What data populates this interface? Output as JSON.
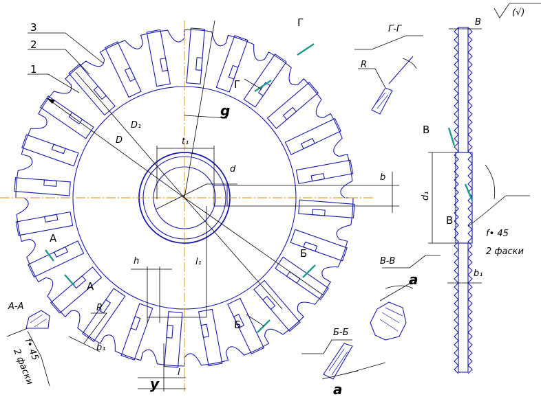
{
  "labels": {
    "pos3": "3",
    "pos2": "2",
    "pos1": "1",
    "dia_D": "D",
    "dia_D1": "D₁",
    "t1": "t₁",
    "d": "d",
    "b": "b",
    "l1": "l₁",
    "h": "h",
    "l": "l",
    "R_bottom": "R",
    "b1_bottom": "b₁",
    "gamma": "g",
    "y_angle": "y",
    "A_top": "A",
    "A_bottom": "A",
    "G_top": "Г",
    "G_mid": "Г",
    "B_right": "Б",
    "B_bottom": "Б",
    "section_AA": "A-A",
    "section_BB": "Б-Б",
    "section_GG": "Г-Г",
    "section_VV": "B-B",
    "R_detail": "R",
    "alpha": "a",
    "alpha2": "a",
    "chamfer": "f• 45",
    "chamfer_count": "2 фаски",
    "chamfer_rot": "f• 45",
    "chamfer_count_rot": "2 фаски",
    "B_width": "B",
    "V_top": "B",
    "V_bot": "B",
    "d1": "d₁",
    "b1_side": "b₁",
    "roughness": "(√)"
  },
  "colors": {
    "outline": "#1a1aa8",
    "dimension": "#000000",
    "centerline": "#e08a00",
    "cutting_plane": "#1f9a8a"
  }
}
